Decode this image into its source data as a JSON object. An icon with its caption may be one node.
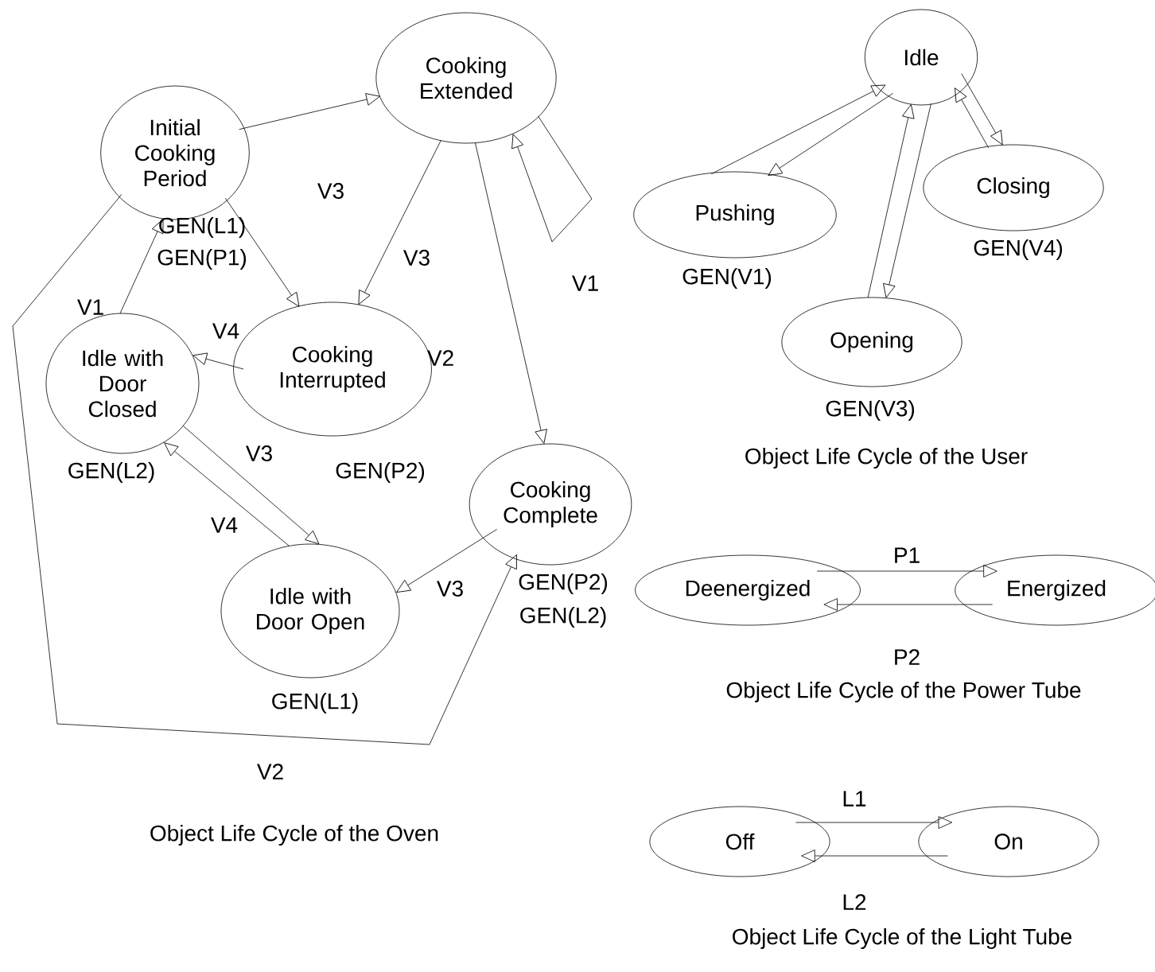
{
  "diagram": {
    "nodes": [
      {
        "text": [
          "Initial Cooking Period"
        ],
        "beside": [
          "GEN(L1)",
          "GEN(P1)"
        ]
      },
      {
        "text": [
          "Cooking Extended"
        ]
      },
      {
        "text": [
          "Idle with Door Closed"
        ],
        "beside": [
          "GEN(L2)"
        ]
      },
      {
        "text": [
          "Cooking Interrupted"
        ],
        "beside": [
          "GEN(P2)"
        ]
      },
      {
        "text": [
          "Cooking Complete"
        ],
        "beside": [
          "GEN(P2)",
          "GEN(L2)"
        ]
      },
      {
        "text": [
          "Idle with Door Open"
        ],
        "beside": [
          "GEN(L1)"
        ]
      },
      {
        "text": [
          "Idle"
        ]
      },
      {
        "text": [
          "Pushing"
        ],
        "beside": [
          "GEN(V1)"
        ]
      },
      {
        "text": [
          "Opening"
        ],
        "beside": [
          "GEN(V3)"
        ]
      },
      {
        "text": [
          "Closing"
        ],
        "beside": [
          "GEN(V4)"
        ]
      },
      {
        "text": [
          "Deenergized"
        ]
      },
      {
        "text": [
          "Energized"
        ]
      },
      {
        "text": [
          "Off"
        ]
      },
      {
        "text": [
          "On"
        ]
      }
    ],
    "edges": [
      {
        "from": 0,
        "to": 1,
        "arrow": "to"
      },
      {
        "from": 0,
        "to": 3,
        "arrow": "to",
        "label": "V3"
      },
      {
        "from": 1,
        "to": 3,
        "arrow": "to",
        "label": "V3"
      },
      {
        "from": 1,
        "to": 4,
        "arrow": "to",
        "label": "V2"
      },
      {
        "from": 1,
        "to": 1,
        "arrow": "to",
        "label": "V1"
      },
      {
        "from": 3,
        "to": 2,
        "arrow": "to",
        "label": "V4"
      },
      {
        "from": 2,
        "to": 0,
        "arrow": "to",
        "label": "V1"
      },
      {
        "from": 2,
        "to": 5,
        "arrow": "to",
        "label": "V3"
      },
      {
        "from": 5,
        "to": 2,
        "arrow": "to",
        "label": "V4"
      },
      {
        "from": 4,
        "to": 5,
        "arrow": "to",
        "label": "V3"
      },
      {
        "from": 0,
        "to": 4,
        "arrow": "to",
        "label": "V2"
      },
      {
        "from": 7,
        "to": 6,
        "arrow": "to"
      },
      {
        "from": 6,
        "to": 7,
        "arrow": "to"
      },
      {
        "from": 8,
        "to": 6,
        "arrow": "to"
      },
      {
        "from": 6,
        "to": 8,
        "arrow": "to"
      },
      {
        "from": 9,
        "to": 6,
        "arrow": "to"
      },
      {
        "from": 6,
        "to": 9,
        "arrow": "to"
      },
      {
        "from": 10,
        "to": 11,
        "arrow": "to",
        "label": "P1"
      },
      {
        "from": 11,
        "to": 10,
        "arrow": "to",
        "label": "P2"
      },
      {
        "from": 12,
        "to": 13,
        "arrow": "to",
        "label": "L1"
      },
      {
        "from": 13,
        "to": 12,
        "arrow": "to",
        "label": "L2"
      }
    ],
    "labels": [
      "Object Life Cycle of the User",
      "Object Life Cycle of the Power Tube",
      "Object Life Cycle of the Oven",
      "Object Life Cycle of the Light Tube"
    ]
  }
}
